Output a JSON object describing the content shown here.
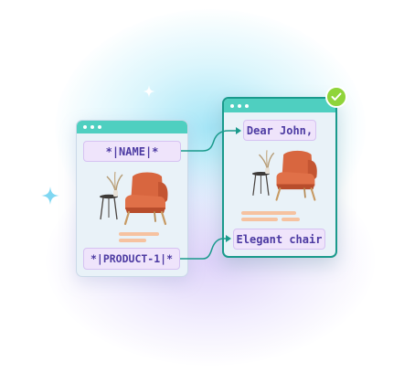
{
  "merge_tags": {
    "name_tag": "*|NAME|*",
    "product_tag": "*|PRODUCT-1|*"
  },
  "personalized": {
    "greeting": "Dear John,",
    "product_name": "Elegant chair"
  },
  "icons": {
    "success": "check-circle-icon",
    "product": "armchair-image",
    "decor": "sparkle-icon"
  },
  "colors": {
    "window_header": "#4fcfc0",
    "window_border_active": "#1a9a8c",
    "tag_text": "#4c3aa2",
    "tag_background": "#efe4fb",
    "connector": "#1a9a8c",
    "check": "#8fd43a",
    "armchair": "#d8663f",
    "text_placeholder": "#f6c2a0"
  }
}
